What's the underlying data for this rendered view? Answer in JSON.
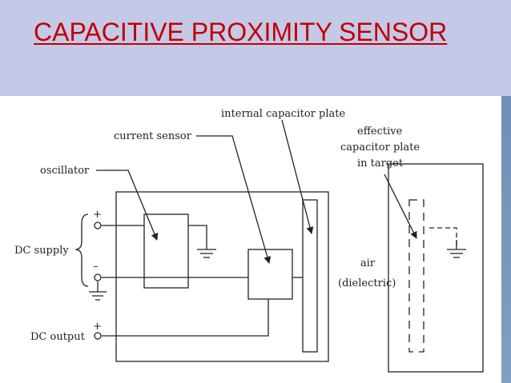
{
  "slide": {
    "title": "CAPACITIVE PROXIMITY SENSOR"
  },
  "diagram": {
    "labels": {
      "internal_plate": "internal capacitor plate",
      "current_sensor": "current sensor",
      "effective_plate_line1": "effective",
      "effective_plate_line2": "capacitor plate",
      "effective_plate_line3": "in target",
      "oscillator": "oscillator",
      "dc_supply": "DC supply",
      "dc_output": "DC output",
      "air_line1": "air",
      "air_line2": "(dielectric)",
      "plus_top": "+",
      "minus": "–",
      "plus_bottom": "+"
    }
  },
  "colors": {
    "title": "#c00000",
    "background": "#c4c9e8",
    "panel": "#ffffff",
    "line": "#222222"
  }
}
